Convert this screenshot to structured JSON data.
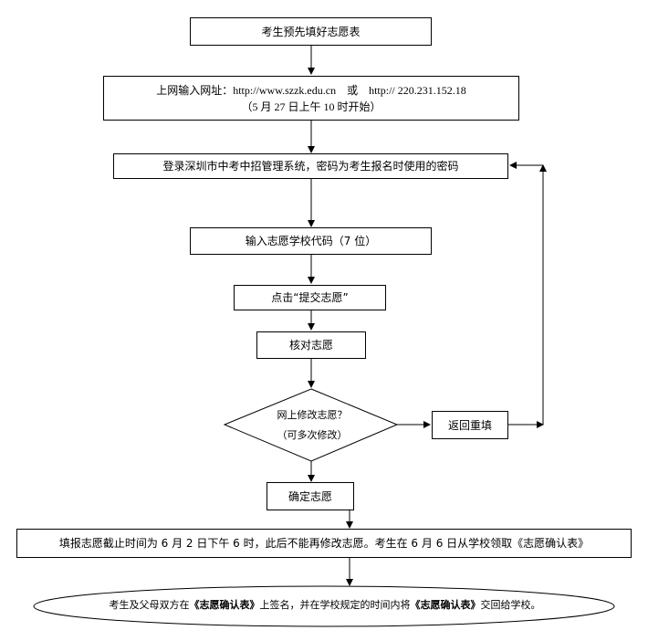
{
  "flow": {
    "step1": "考生预先填好志愿表",
    "step2_line1": "上网输入网址：http://www.szzk.edu.cn　或　http:// 220.231.152.18",
    "step2_line2": "（5 月 27 日上午 10 时开始）",
    "step3": "登录深圳市中考中招管理系统，密码为考生报名时使用的密码",
    "step4": "输入志愿学校代码（7 位）",
    "step5": "点击“提交志愿”",
    "step6": "核对志愿",
    "decision_line1": "网上修改志愿？",
    "decision_line2": "（可多次修改）",
    "return_box": "返回重填",
    "step7": "确定志愿",
    "step8": "填报志愿截止时间为 6 月 2 日下午 6 时，此后不能再修改志愿。考生在 6 月 6 日从学校领取《志愿确认表》",
    "final_pre": "考生及父母双方在",
    "final_form1": "《志愿确认表》",
    "final_mid": "上签名，并在学校规定的时间内将",
    "final_form2": "《志愿确认表》",
    "final_post": "交回给学校。"
  }
}
